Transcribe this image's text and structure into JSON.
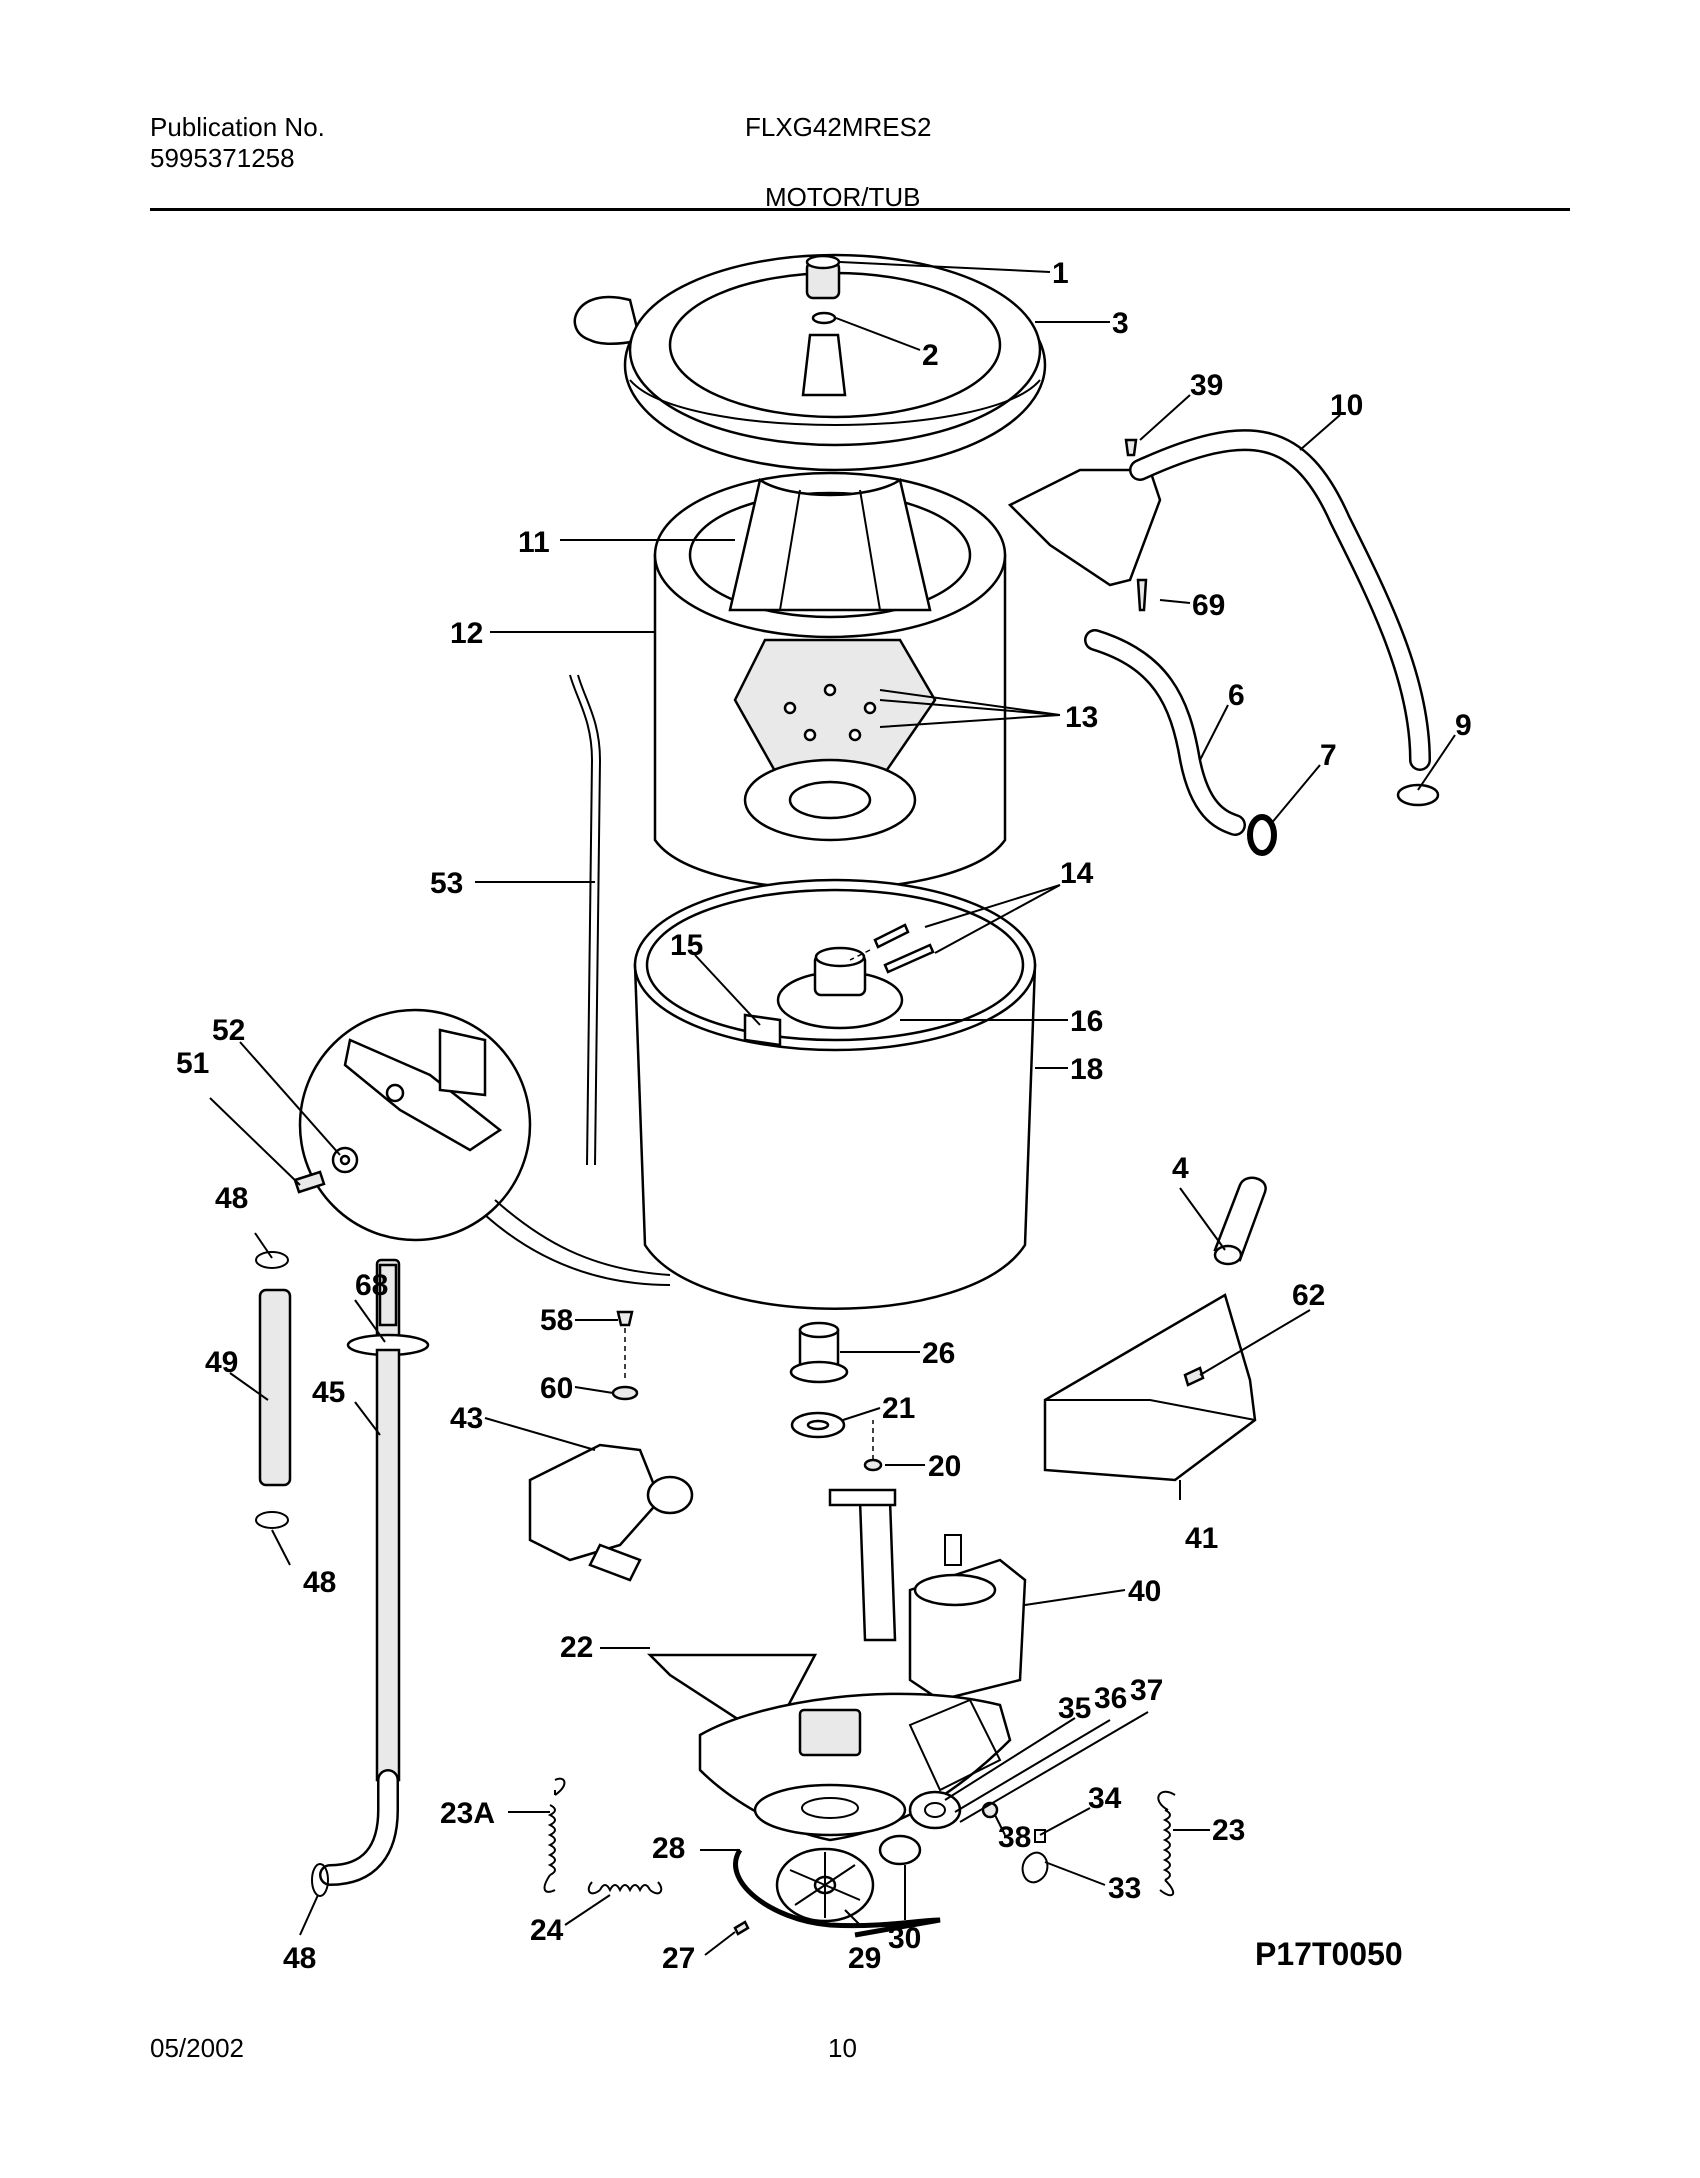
{
  "header": {
    "publication_label": "Publication No.",
    "publication_number": "5995371258",
    "model": "FLXG42MRES2",
    "section_title": "MOTOR/TUB"
  },
  "diagram": {
    "drawing_code": "P17T0050",
    "callouts": {
      "c1": "1",
      "c2": "2",
      "c3": "3",
      "c39": "39",
      "c10": "10",
      "c11": "11",
      "c69": "69",
      "c12": "12",
      "c13": "13",
      "c6": "6",
      "c9": "9",
      "c7": "7",
      "c53": "53",
      "c14": "14",
      "c15": "15",
      "c16": "16",
      "c52": "52",
      "c51": "51",
      "c18": "18",
      "c4": "4",
      "c48a": "48",
      "c68": "68",
      "c62": "62",
      "c49": "49",
      "c45": "45",
      "c58": "58",
      "c26": "26",
      "c60": "60",
      "c21": "21",
      "c43": "43",
      "c20": "20",
      "c41": "41",
      "c48b": "48",
      "c40": "40",
      "c22": "22",
      "c35": "35",
      "c36": "36",
      "c37": "37",
      "c34": "34",
      "c23a": "23A",
      "c38": "38",
      "c23": "23",
      "c28": "28",
      "c33": "33",
      "c24": "24",
      "c30": "30",
      "c48c": "48",
      "c27": "27",
      "c29": "29"
    }
  },
  "footer": {
    "date": "05/2002",
    "page": "10"
  }
}
